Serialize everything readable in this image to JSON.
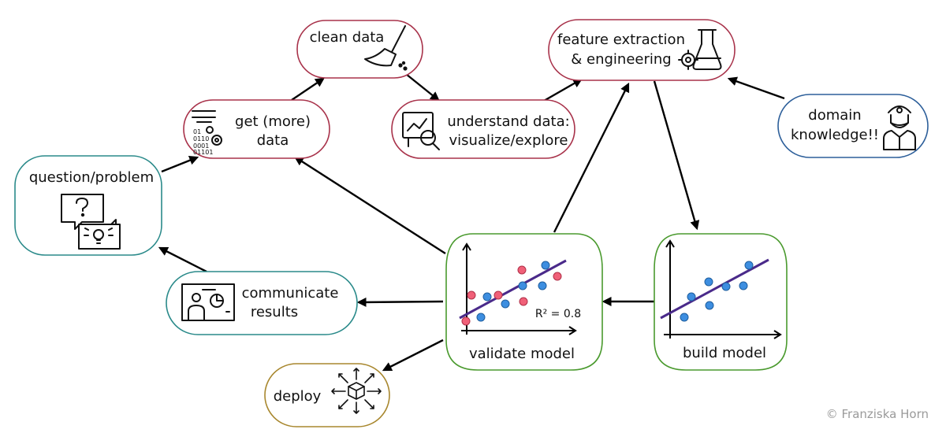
{
  "nodes": {
    "question": {
      "label": "question/problem",
      "color": "#2a8a8a"
    },
    "get_data": {
      "line1": "get (more)",
      "line2": "data",
      "color": "#a8324a"
    },
    "clean_data": {
      "label": "clean data",
      "color": "#a8324a"
    },
    "understand": {
      "line1": "understand data:",
      "line2": "visualize/explore",
      "color": "#a8324a"
    },
    "feature": {
      "line1": "feature extraction",
      "line2": "& engineering",
      "color": "#a8324a"
    },
    "domain": {
      "line1": "domain",
      "line2": "knowledge!!",
      "color": "#2d5f9a"
    },
    "communicate": {
      "line1": "communicate",
      "line2": "results",
      "color": "#2a8a8a"
    },
    "validate": {
      "label": "validate model",
      "metric": "R² = 0.8",
      "color": "#4a9a2e"
    },
    "build": {
      "label": "build model",
      "color": "#4a9a2e"
    },
    "deploy": {
      "label": "deploy",
      "color": "#a8872e"
    }
  },
  "icons": [
    "question-bubble-icon",
    "data-settings-icon",
    "broom-icon",
    "chart-magnifier-icon",
    "flask-gear-icon",
    "expert-person-icon",
    "presentation-icon",
    "scatter-plot-icon",
    "box-arrows-icon"
  ],
  "credit": "© Franziska Horn"
}
